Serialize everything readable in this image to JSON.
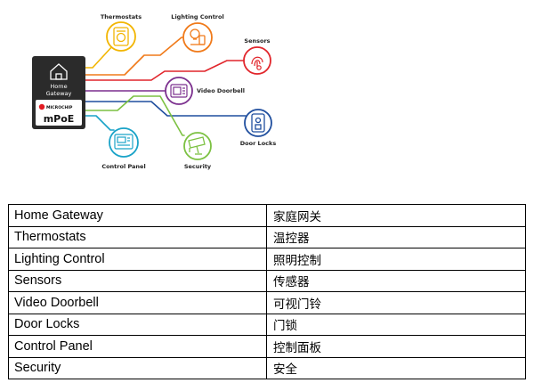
{
  "diagram": {
    "hub": {
      "title_line1": "Home",
      "title_line2": "Gateway",
      "brand_small": "MICROCHIP",
      "brand_large": "mPoE"
    },
    "nodes": [
      {
        "label": "Thermostats",
        "color": "#f2b500",
        "icon": "thermostat-icon"
      },
      {
        "label": "Lighting Control",
        "color": "#f07a1a",
        "icon": "lighting-control-icon"
      },
      {
        "label": "Sensors",
        "color": "#e1252b",
        "icon": "fingerprint-sensor-icon"
      },
      {
        "label": "Video Doorbell",
        "color": "#7b2f8e",
        "icon": "video-doorbell-icon"
      },
      {
        "label": "Door Locks",
        "color": "#1f4e9e",
        "icon": "door-lock-icon"
      },
      {
        "label": "Security",
        "color": "#7cc142",
        "icon": "security-camera-icon"
      },
      {
        "label": "Control Panel",
        "color": "#1aa3c8",
        "icon": "control-panel-icon"
      }
    ]
  },
  "table": {
    "rows": [
      {
        "en": "Home Gateway",
        "zh": "家庭网关"
      },
      {
        "en": "Thermostats",
        "zh": "温控器"
      },
      {
        "en": "Lighting Control",
        "zh": "照明控制"
      },
      {
        "en": "Sensors",
        "zh": "传感器"
      },
      {
        "en": "Video Doorbell",
        "zh": "可视门铃"
      },
      {
        "en": "Door Locks",
        "zh": "门锁"
      },
      {
        "en": "Control Panel",
        "zh": "控制面板"
      },
      {
        "en": "Security",
        "zh": "安全"
      }
    ]
  }
}
